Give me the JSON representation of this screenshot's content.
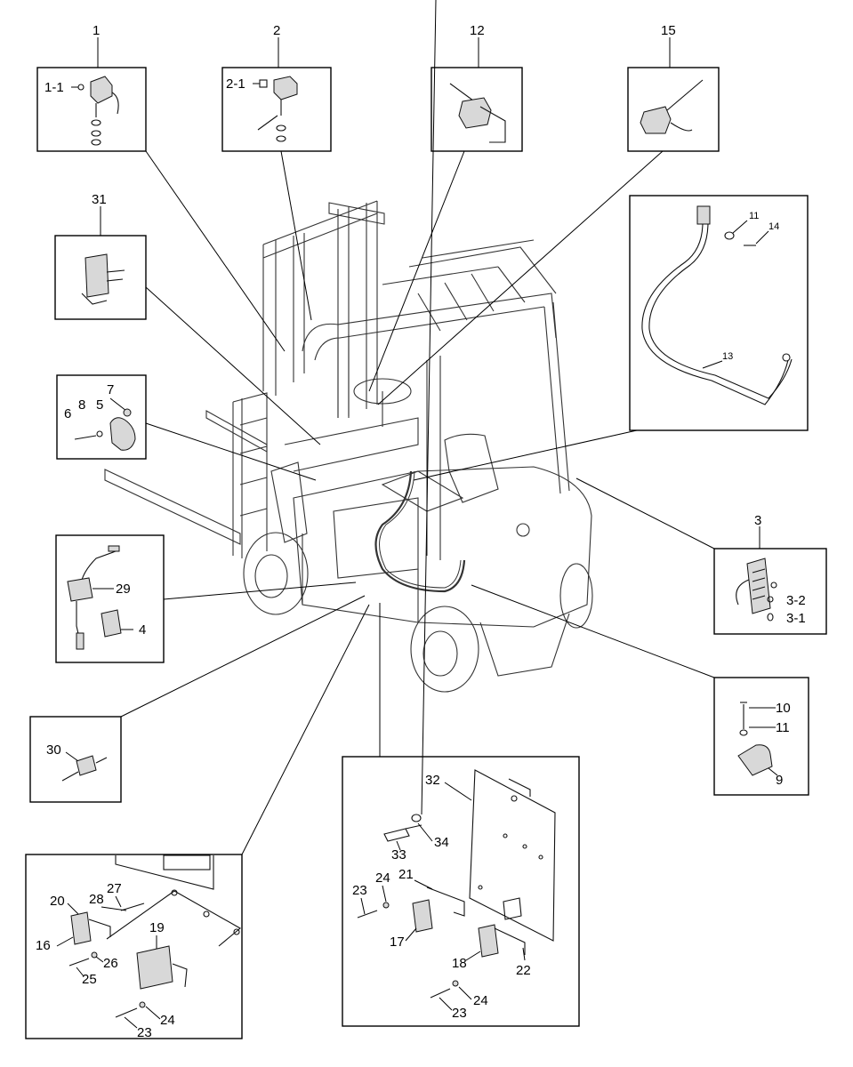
{
  "diagram": {
    "callouts": {
      "c1": "1",
      "c1_1": "1-1",
      "c2": "2",
      "c2_1": "2-1",
      "c12": "12",
      "c15": "15",
      "c31": "31",
      "c11a": "11",
      "c14": "14",
      "c13": "13",
      "c5": "5",
      "c7": "7",
      "c6": "6",
      "c8": "8",
      "c3": "3",
      "c3_2": "3-2",
      "c3_1": "3-1",
      "c29": "29",
      "c4": "4",
      "c10": "10",
      "c11b": "11",
      "c9": "9",
      "c30": "30",
      "c32": "32",
      "c34": "34",
      "c33": "33",
      "c21": "21",
      "c24a": "24",
      "c23a": "23",
      "c17": "17",
      "c18": "18",
      "c22": "22",
      "c24b": "24",
      "c23b": "23",
      "c20": "20",
      "c27": "27",
      "c28": "28",
      "c19": "19",
      "c16": "16",
      "c26": "26",
      "c25": "25",
      "c24c": "24",
      "c23c": "23"
    }
  }
}
